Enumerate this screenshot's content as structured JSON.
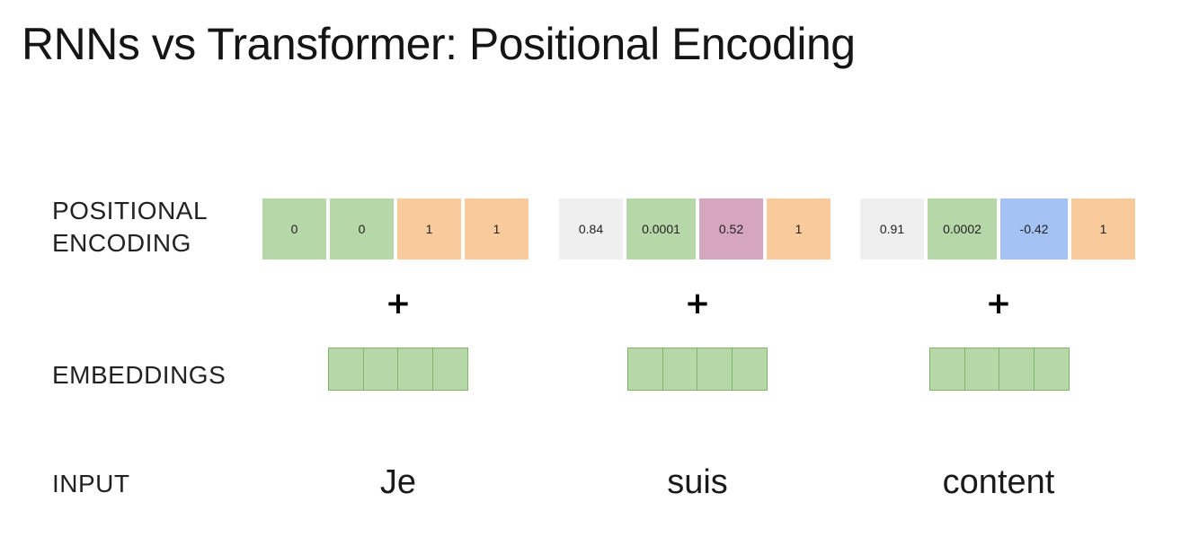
{
  "title": "RNNs vs Transformer:  Positional Encoding",
  "labels": {
    "positional_encoding": "POSITIONAL\nENCODING",
    "embeddings": "EMBEDDINGS",
    "input": "INPUT"
  },
  "colors": {
    "green": "#b6d7a8",
    "orange": "#f9cb9c",
    "gray": "#efefef",
    "purple": "#d5a6bd",
    "blue": "#a4c2f4",
    "embedding_border": "#7fb46e"
  },
  "plus_symbol": "+",
  "tokens": [
    {
      "word": "Je",
      "positional_encoding": [
        {
          "value": "0",
          "color": "#b6d7a8"
        },
        {
          "value": "0",
          "color": "#b6d7a8"
        },
        {
          "value": "1",
          "color": "#f9cb9c"
        },
        {
          "value": "1",
          "color": "#f9cb9c"
        }
      ],
      "embedding_color": "#b6d7a8",
      "embedding_size": 4
    },
    {
      "word": "suis",
      "positional_encoding": [
        {
          "value": "0.84",
          "color": "#efefef"
        },
        {
          "value": "0.0001",
          "color": "#b6d7a8"
        },
        {
          "value": "0.52",
          "color": "#d5a6bd"
        },
        {
          "value": "1",
          "color": "#f9cb9c"
        }
      ],
      "embedding_color": "#b6d7a8",
      "embedding_size": 4
    },
    {
      "word": "content",
      "positional_encoding": [
        {
          "value": "0.91",
          "color": "#efefef"
        },
        {
          "value": "0.0002",
          "color": "#b6d7a8"
        },
        {
          "value": "-0.42",
          "color": "#a4c2f4"
        },
        {
          "value": "1",
          "color": "#f9cb9c"
        }
      ],
      "embedding_color": "#b6d7a8",
      "embedding_size": 4
    }
  ]
}
